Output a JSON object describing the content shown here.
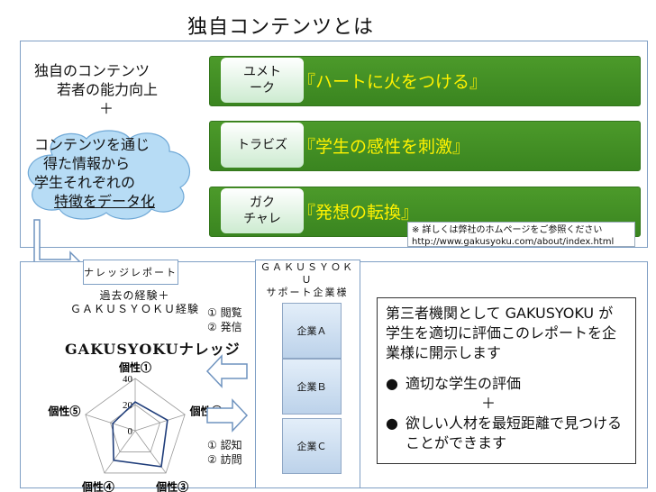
{
  "title": "独自コンテンツとは",
  "left_block": {
    "line1": "独自のコンテンツ",
    "line2": "若者の能力向上",
    "plus": "＋"
  },
  "cloud": {
    "line1": "コンテンツを通じ",
    "line2": "得た情報から",
    "line3": "学生それぞれの",
    "line4": "特徴をデータ化"
  },
  "contents": [
    {
      "tag": "ユメト\nーク",
      "text": "『ハートに火をつける』"
    },
    {
      "tag": "トラビズ",
      "text": "『学生の感性を刺激』"
    },
    {
      "tag": "ガク\nチャレ",
      "text": "『発想の転換』"
    }
  ],
  "note": {
    "line1": "※ 詳しくは弊社のホムページをご参照ください",
    "line2": "http://www.gakusyoku.com/about/index.html"
  },
  "knowledge": {
    "label": "ナレッジレポート",
    "exp_line1": "過去の経験＋",
    "exp_line2": "ＧＡＫＵＳＹＯＫＵ経験",
    "report_title": "GAKUSYOKUナレッジ"
  },
  "flow": {
    "to_company_1": "① 閲覧",
    "to_company_2": "② 発信",
    "from_company_1": "① 認知",
    "from_company_2": "② 訪問"
  },
  "gakusyoku": {
    "label_line1": "ＧＡＫＵＳＹＯＫ",
    "label_line2": "Ｕ",
    "label_line3": "サポート企業様",
    "companies": [
      "企業Ａ",
      "企業Ｂ",
      "企業Ｃ"
    ]
  },
  "right_box": {
    "para1": "第三者機関として GAKUSYOKU が学生を適切に評価このレポートを企業様に開示します",
    "bullet1": "適切な学生の評価",
    "plus": "＋",
    "bullet2": "欲しい人材を最短距離で見つけることができます"
  },
  "chart_data": {
    "type": "radar",
    "axes": [
      "個性①",
      "個性②",
      "個性③",
      "個性④",
      "個性⑤"
    ],
    "ticks": [
      "0",
      "20",
      "40"
    ],
    "rmax": 40,
    "series": [
      {
        "values": [
          22,
          26,
          34,
          28,
          18
        ]
      }
    ]
  },
  "colors": {
    "bar_green": "#3a8520",
    "highlight_yellow": "#fff200",
    "panel_border": "#7f9fc4",
    "cloud_blue": "#b7dcf5"
  }
}
